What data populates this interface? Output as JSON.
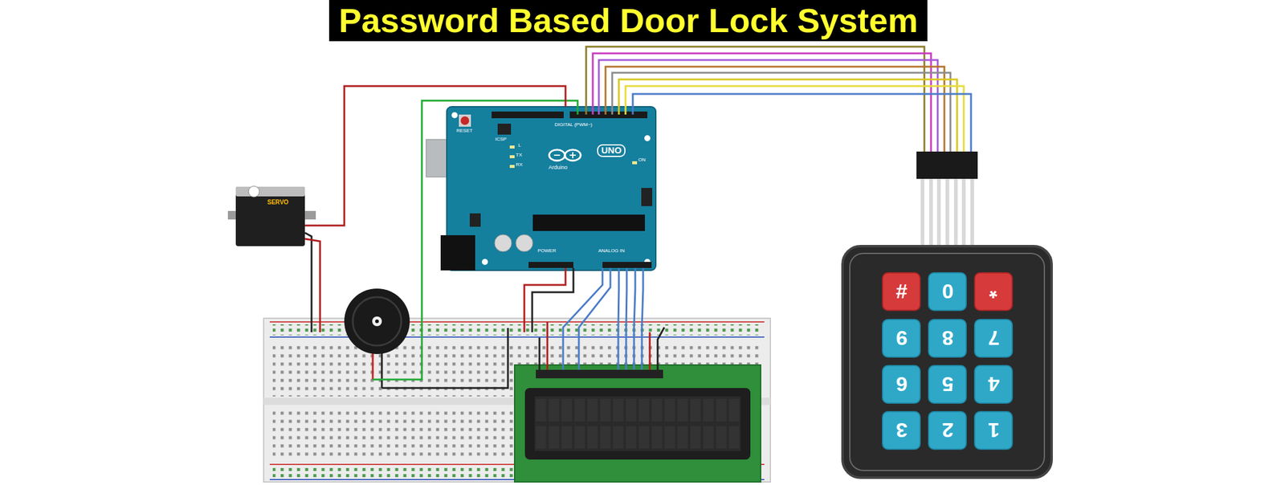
{
  "diagram": {
    "title": "Password Based Door Lock System",
    "nodes": [
      {
        "text": [
          "SERVO"
        ]
      },
      {
        "text": [
          "RESET",
          "ICSP",
          "L",
          "TX",
          "RX",
          "UNO",
          "Arduino",
          "ON",
          "DIGITAL (PWM~)",
          "POWER",
          "ANALOG IN"
        ]
      },
      {
        "text": [
          "#"
        ]
      },
      {
        "text": [
          "0"
        ]
      },
      {
        "text": [
          "*"
        ]
      },
      {
        "text": [
          "9"
        ]
      },
      {
        "text": [
          "8"
        ]
      },
      {
        "text": [
          "7"
        ]
      },
      {
        "text": [
          "6"
        ]
      },
      {
        "text": [
          "5"
        ]
      },
      {
        "text": [
          "4"
        ]
      },
      {
        "text": [
          "3"
        ]
      },
      {
        "text": [
          "2"
        ]
      },
      {
        "text": [
          "1"
        ]
      }
    ],
    "edges": [
      {
        "from": 0,
        "to": 1,
        "arrow": "none"
      }
    ]
  }
}
